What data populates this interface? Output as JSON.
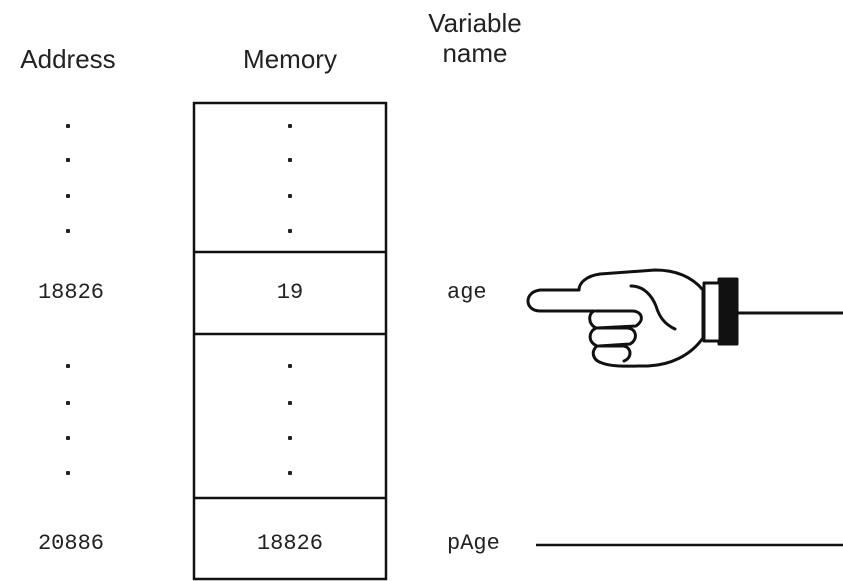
{
  "headers": {
    "address": "Address",
    "memory": "Memory",
    "variable_name": "Variable\nname"
  },
  "rows": [
    {
      "address": "18826",
      "memory": "19",
      "name": "age"
    },
    {
      "address": "20886",
      "memory": "18826",
      "name": "pAge"
    }
  ],
  "icons": {
    "pointer": "pointing-hand-icon"
  }
}
